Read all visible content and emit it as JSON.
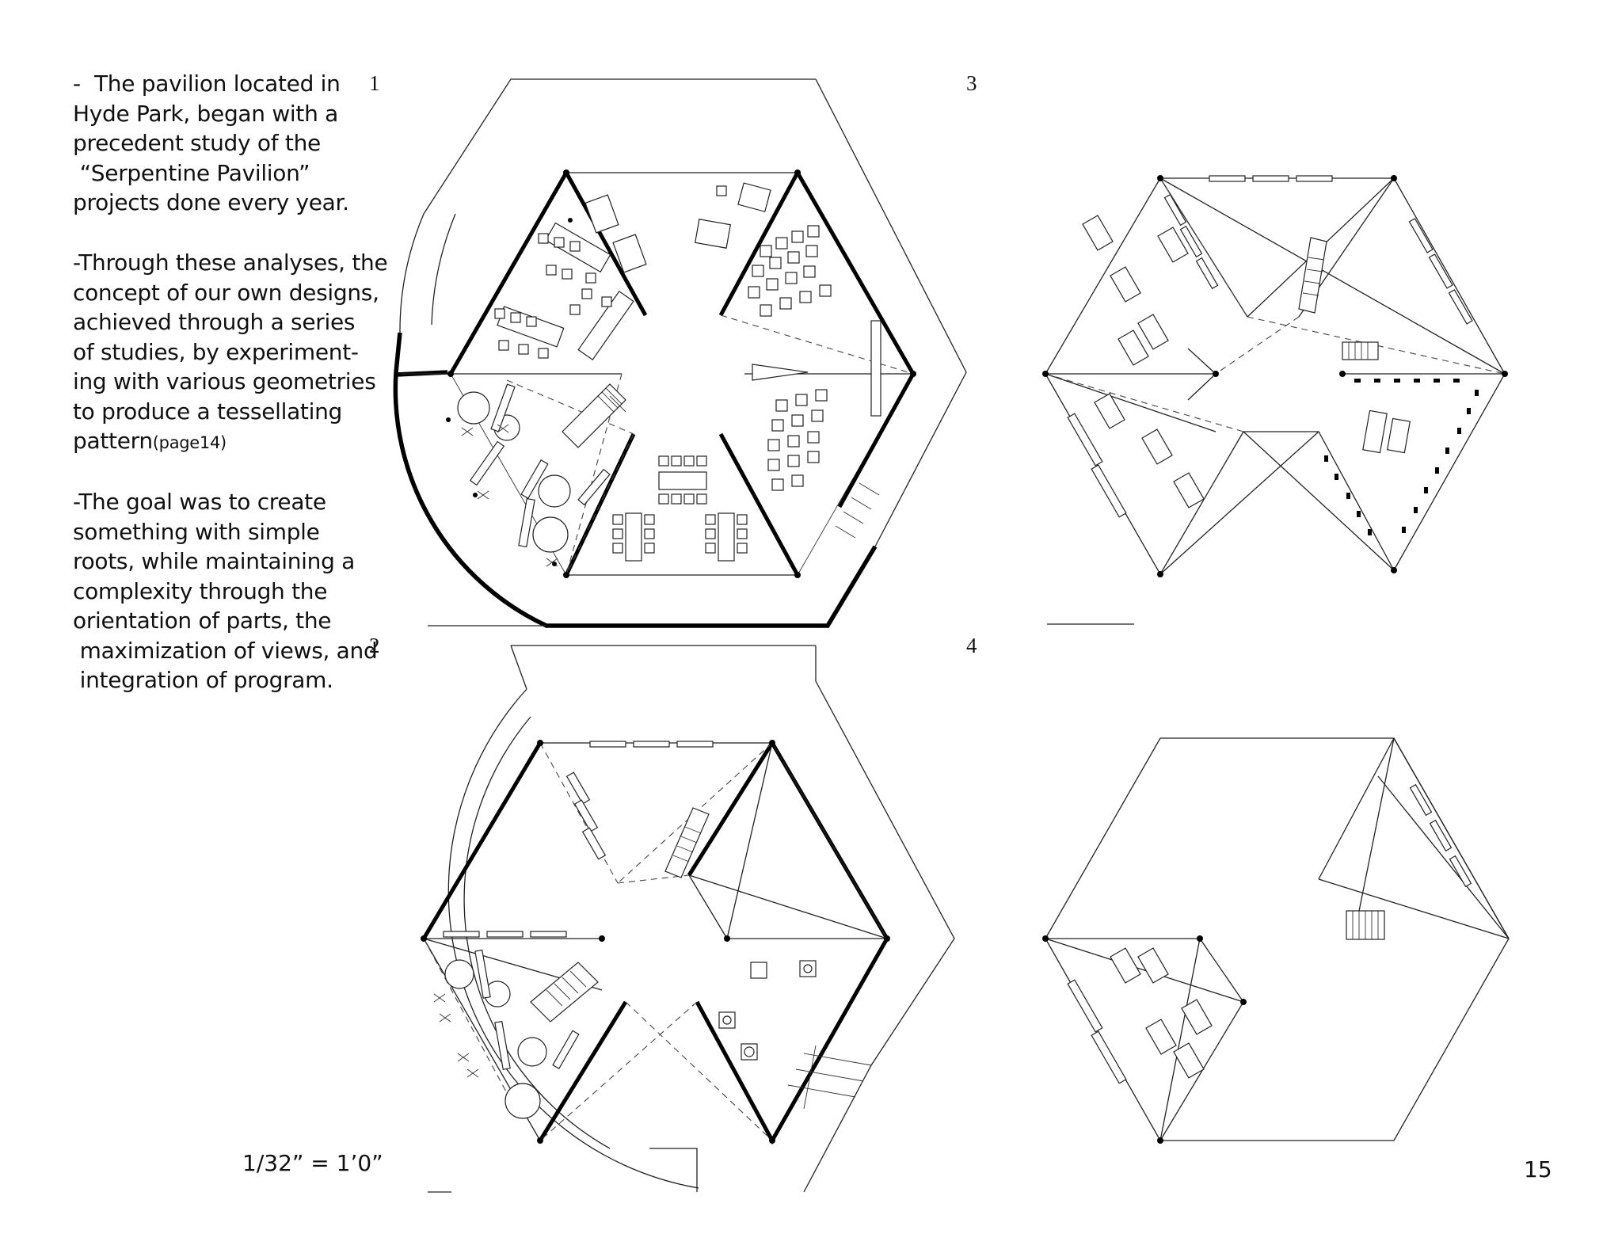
{
  "text_blocks": [
    {
      "lines": [
        "-  The pavilion located in",
        "Hyde Park, began with a",
        "precedent study of the",
        " “Serpentine Pavilion”",
        "projects done every year."
      ]
    },
    {
      "lines": [
        "-Through these analyses, the",
        "concept of our own designs,",
        "achieved through a series",
        "of studies, by experiment-",
        "ing with various geometries",
        "to produce a tessellating"
      ],
      "last_line": "pattern",
      "last_line_small": "(page14)"
    },
    {
      "lines": [
        "-The goal was to create",
        "something with simple",
        "roots, while maintaining a",
        "complexity through the",
        "orientation of parts, the",
        " maximization of views, and",
        " integration of program."
      ]
    }
  ],
  "plan_numbers": [
    "1",
    "2",
    "3",
    "4"
  ],
  "scale_note": "1/32” = 1’0”",
  "page_number": "15"
}
